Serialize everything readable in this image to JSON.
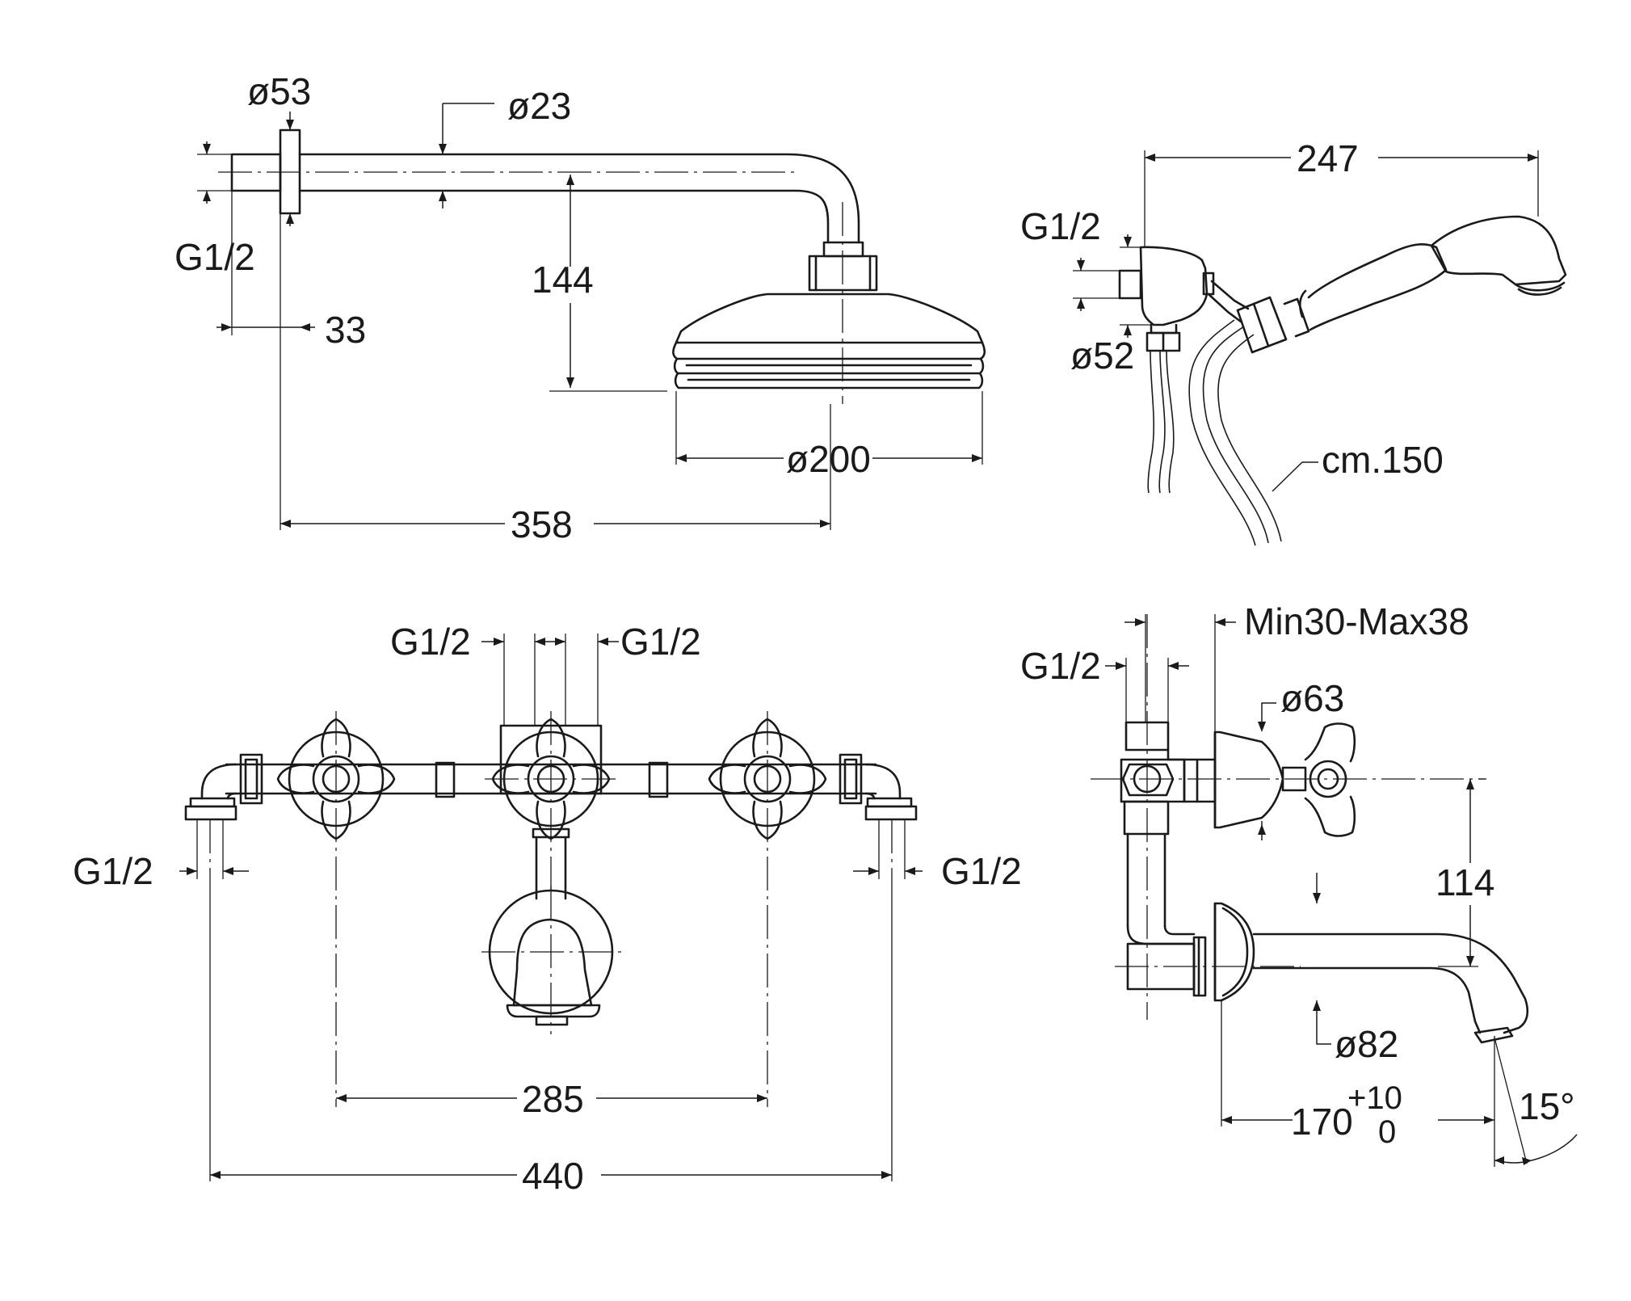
{
  "shower_arm_view": {
    "flange_diameter": "ø53",
    "arm_diameter": "ø23",
    "inlet_thread": "G1/2",
    "arm_height": "144",
    "thread_length": "33",
    "head_diameter": "ø200",
    "projection": "358"
  },
  "hand_shower_view": {
    "length": "247",
    "inlet_thread": "G1/2",
    "outlet_diameter": "ø52",
    "hose_length": "cm.150"
  },
  "mixer_front_view": {
    "top_left_thread": "G1/2",
    "top_right_thread": "G1/2",
    "bottom_left_thread": "G1/2",
    "bottom_right_thread": "G1/2",
    "handle_spacing": "285",
    "overall_width": "440"
  },
  "mixer_side_view": {
    "wall_range": "Min30-Max38",
    "inlet_thread": "G1/2",
    "rosette_diameter": "ø63",
    "spout_height": "114",
    "spout_rosette_diameter": "ø82",
    "spout_projection": "170",
    "tolerance_upper": "+10",
    "tolerance_lower": "0",
    "spout_angle": "15°"
  }
}
